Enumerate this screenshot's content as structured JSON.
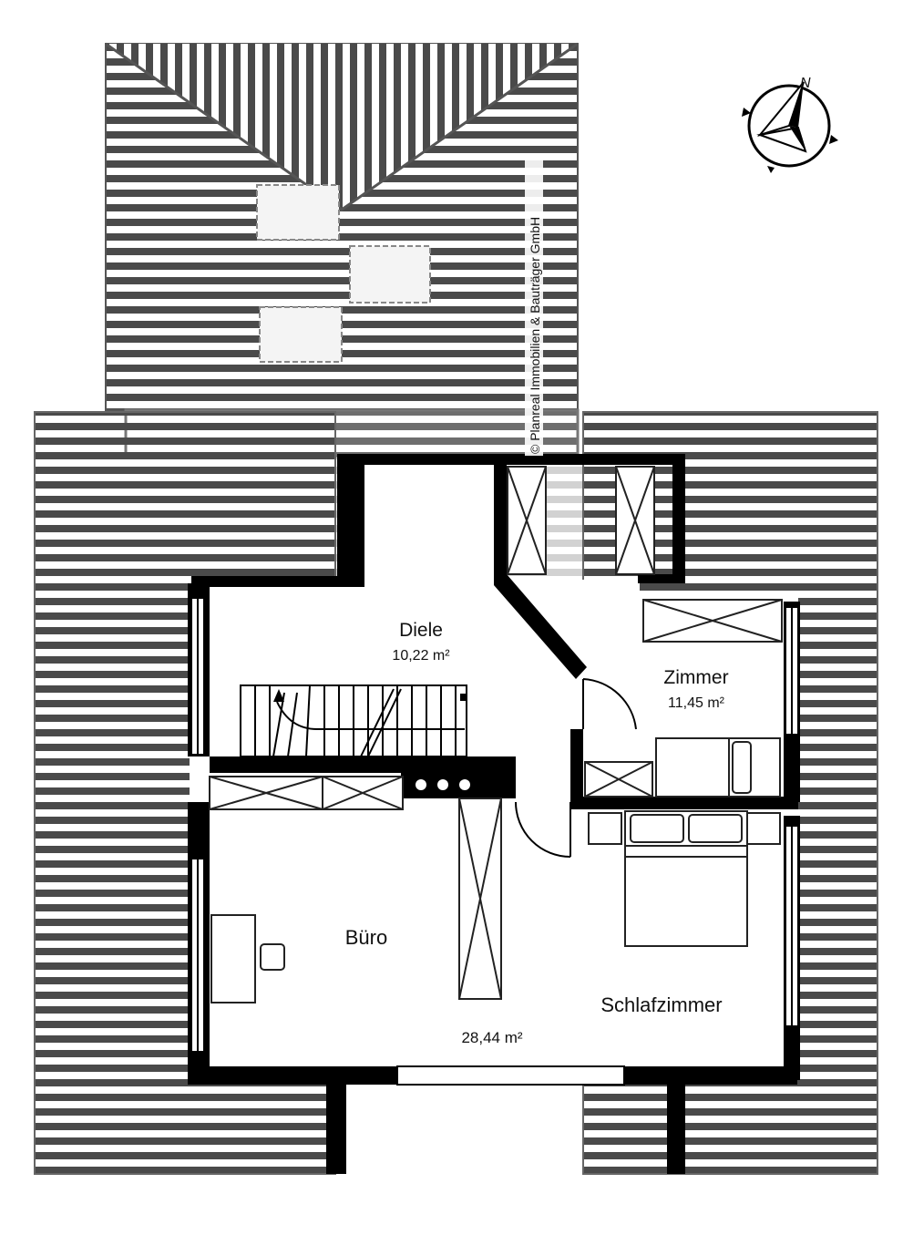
{
  "rooms": {
    "diele": {
      "name": "Diele",
      "area": "10,22 m²"
    },
    "zimmer": {
      "name": "Zimmer",
      "area": "11,45 m²"
    },
    "buero": {
      "name": "Büro"
    },
    "schlafzimmer": {
      "name": "Schlafzimmer",
      "area": "28,44 m²"
    }
  },
  "copyright": "© Planreal Immobilien & Bauträger GmbH",
  "compass": {
    "north_label": "N"
  },
  "colors": {
    "wall": "#000000",
    "hatch": "#4a4a4a",
    "furniture": "#222222"
  }
}
